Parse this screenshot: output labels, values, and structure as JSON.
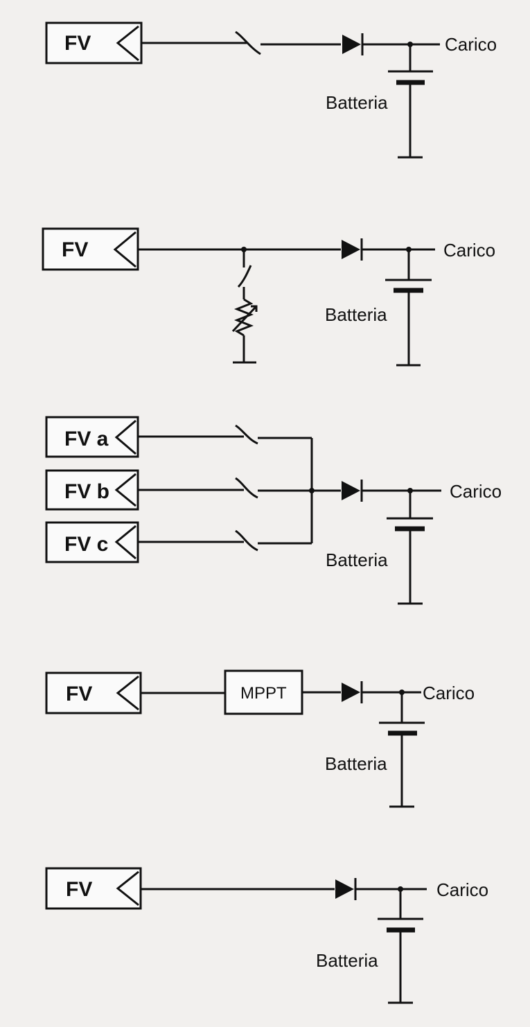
{
  "labels": {
    "pv": "FV",
    "pv_a": "FV a",
    "pv_b": "FV b",
    "pv_c": "FV c",
    "load": "Carico",
    "battery": "Batteria",
    "mppt": "MPPT"
  },
  "colors": {
    "ink": "#111111",
    "paper": "#f2f0ee",
    "bleed": "#d8d6d4"
  }
}
